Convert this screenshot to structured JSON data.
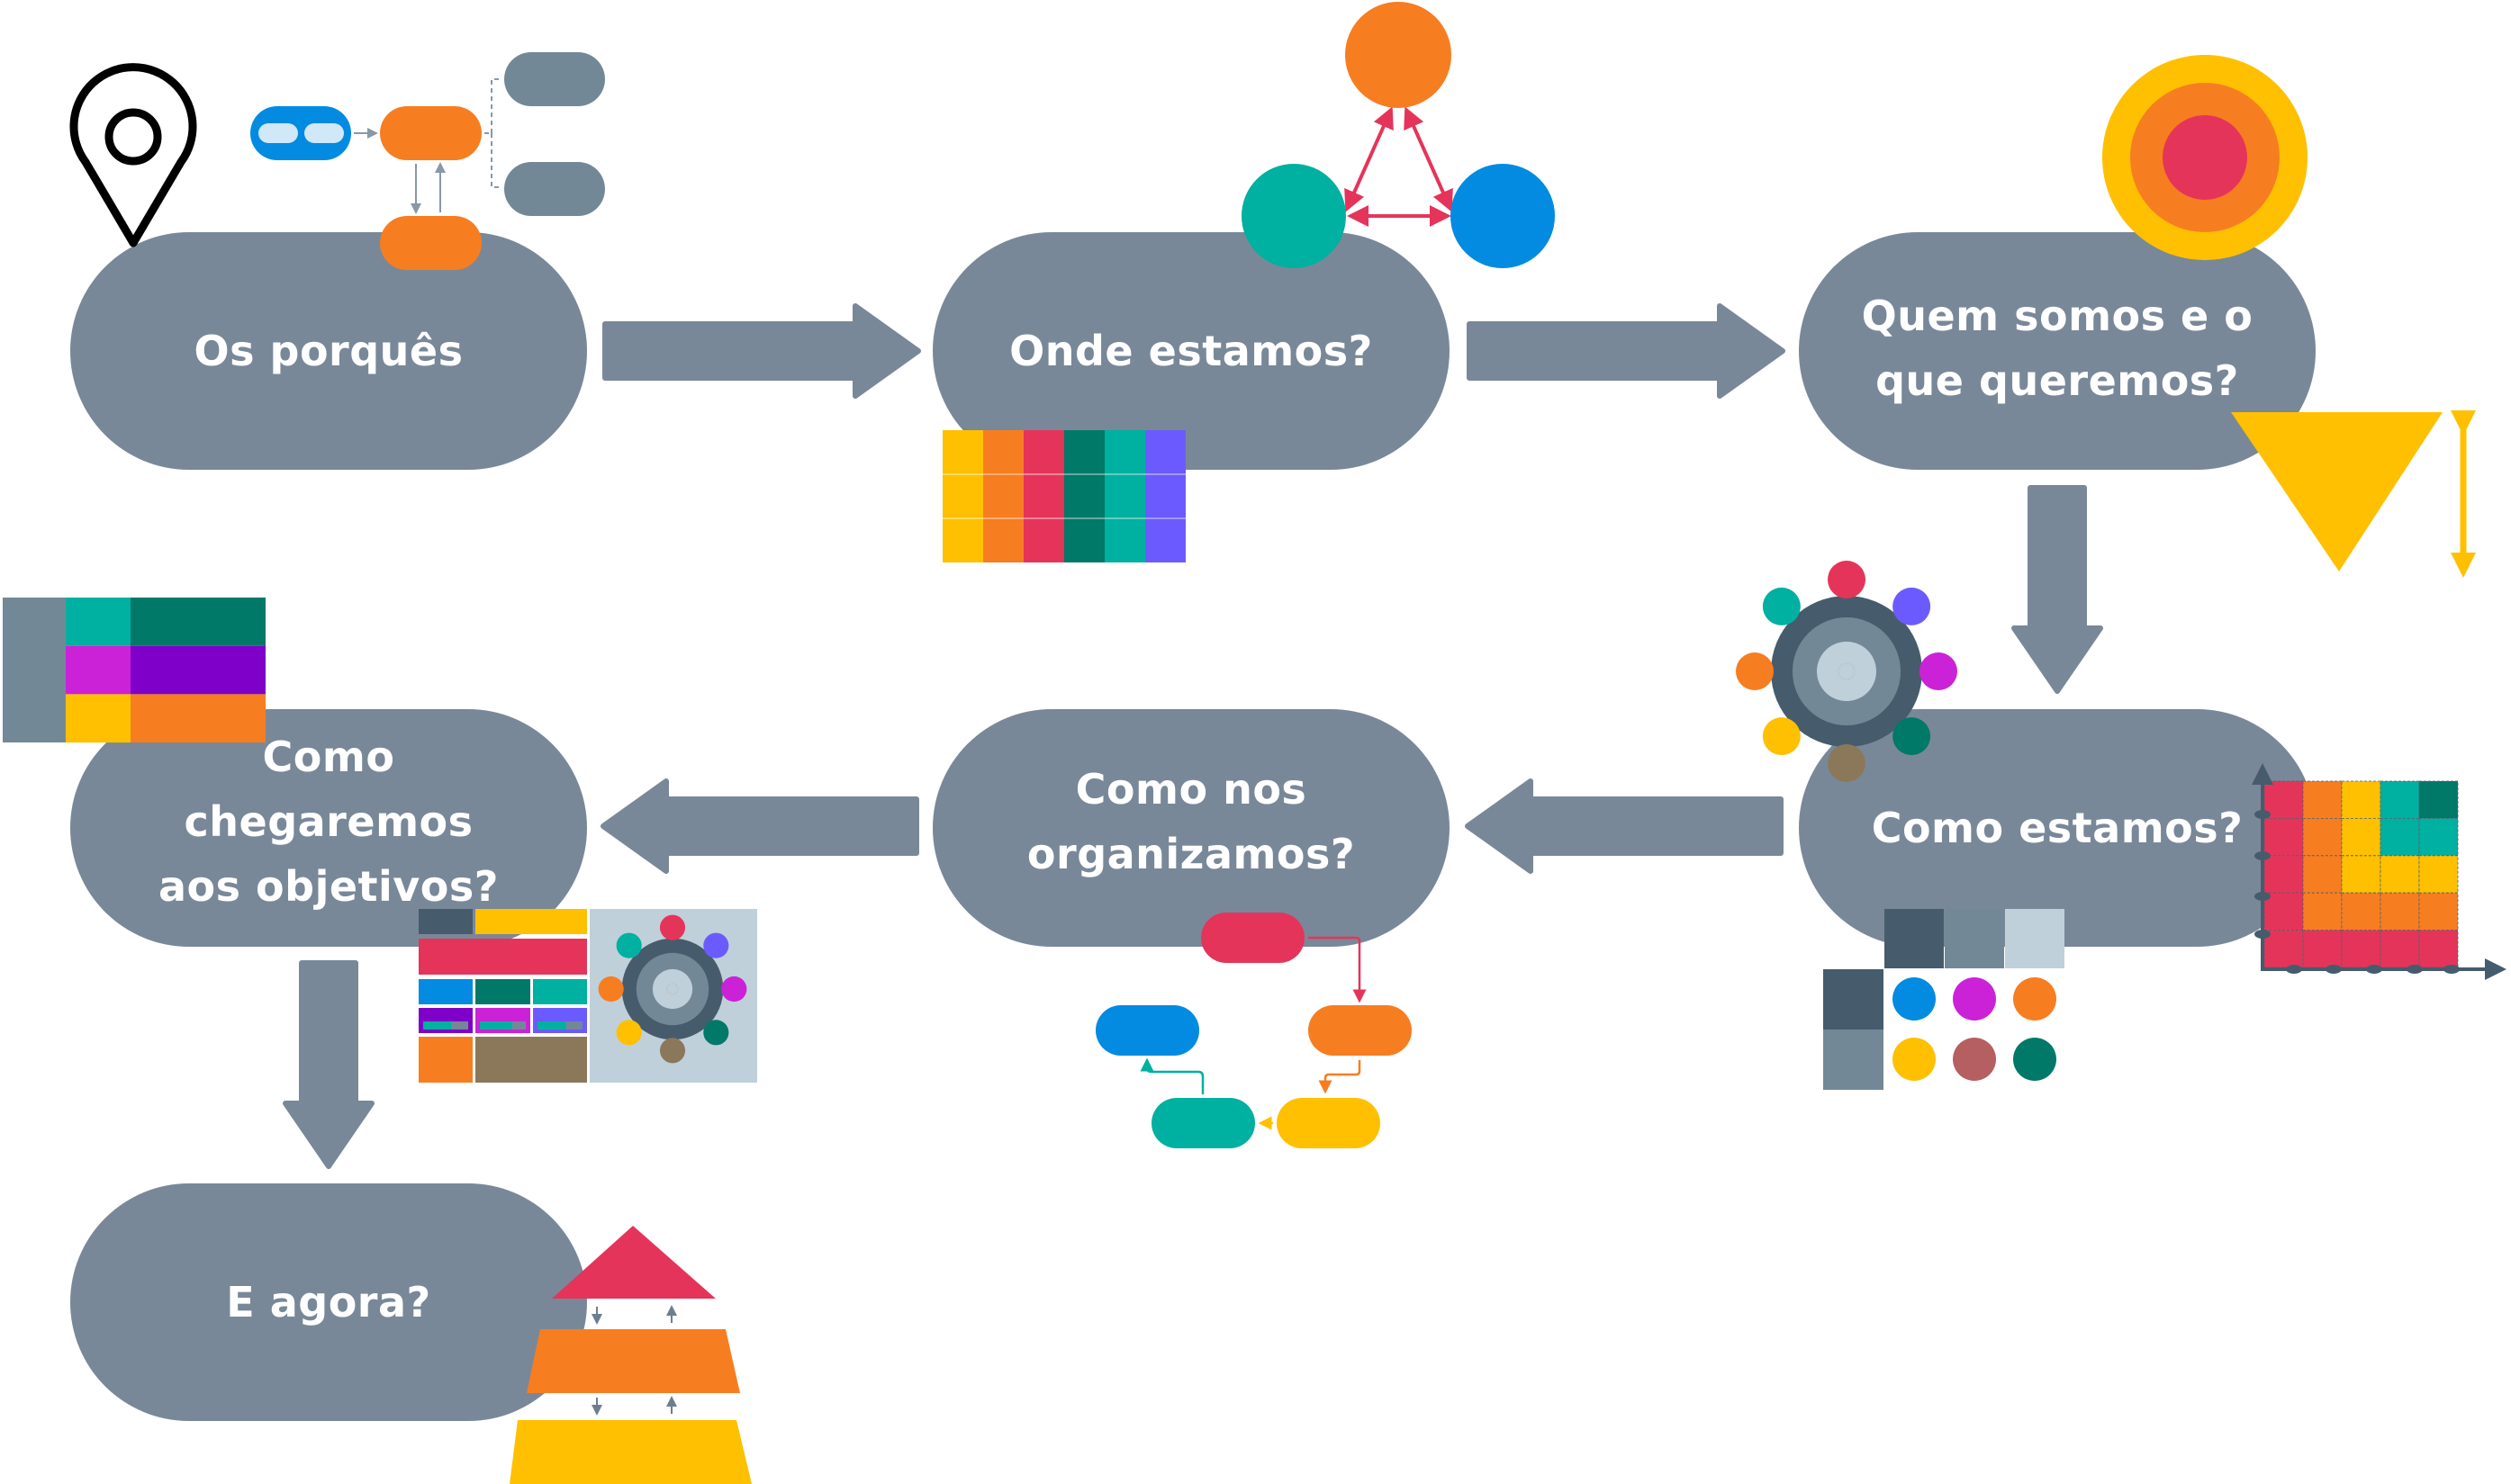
{
  "diagram": {
    "title": "Strategic planning flow",
    "steps": [
      {
        "id": "why",
        "label": "Os porquês",
        "icon": "map-pin-and-flowchart-icon"
      },
      {
        "id": "where",
        "label": "Onde estamos?",
        "icon": "triangle-network-and-color-table-icon"
      },
      {
        "id": "who",
        "label": "Quem somos e o que queremos?",
        "icon": "target-and-funnel-icon"
      },
      {
        "id": "how-are-we",
        "label": "Como estamos?",
        "icon": "gear-palette-heatmap-icon"
      },
      {
        "id": "organize",
        "label": "Como nos organizamos?",
        "icon": "cycle-flowchart-icon"
      },
      {
        "id": "reach",
        "label": "Como chegaremos aos objetivos?",
        "icon": "matrix-dashboard-icon"
      },
      {
        "id": "now",
        "label": "E agora?",
        "icon": "pyramid-icon"
      }
    ],
    "connections": [
      {
        "from": "why",
        "to": "where",
        "direction": "right"
      },
      {
        "from": "where",
        "to": "who",
        "direction": "right"
      },
      {
        "from": "who",
        "to": "how-are-we",
        "direction": "down"
      },
      {
        "from": "how-are-we",
        "to": "organize",
        "direction": "left"
      },
      {
        "from": "organize",
        "to": "reach",
        "direction": "left"
      },
      {
        "from": "reach",
        "to": "now",
        "direction": "down"
      }
    ]
  },
  "colors": {
    "pill": "#798898",
    "arrow": "#798898",
    "text": "#ffffff",
    "orange": "#F77D21",
    "red": "#E5345A",
    "yellow": "#FEC001",
    "teal": "#00B0A0",
    "dark_green": "#007968",
    "blue": "#028BE0",
    "violet": "#6B5BFE",
    "magenta": "#CB22D8",
    "purple": "#7E00C9",
    "brown": "#8B785B",
    "rose": "#B65F60",
    "slate_dark": "#465C6D",
    "slate": "#738897",
    "slate_light": "#C0D0DA",
    "light_blue": "#D1E8F8"
  },
  "illustrations": {
    "color_table_columns": [
      "#FEC001",
      "#F77D21",
      "#E5345A",
      "#007968",
      "#00B0A0",
      "#6B5BFE"
    ],
    "matrix_rows": [
      [
        "#00B0A0",
        "#007968",
        "#007968"
      ],
      [
        "#CB22D8",
        "#7E00C9",
        "#7E00C9"
      ],
      [
        "#FEC001",
        "#F77D21",
        "#F77D21"
      ]
    ],
    "heatmap_rows": [
      [
        "#E5345A",
        "#F77D21",
        "#FEC001",
        "#00B0A0",
        "#007968"
      ],
      [
        "#E5345A",
        "#F77D21",
        "#FEC001",
        "#00B0A0",
        "#00B0A0"
      ],
      [
        "#E5345A",
        "#F77D21",
        "#FEC001",
        "#FEC001",
        "#FEC001"
      ],
      [
        "#E5345A",
        "#F77D21",
        "#F77D21",
        "#F77D21",
        "#F77D21"
      ],
      [
        "#E5345A",
        "#E5345A",
        "#E5345A",
        "#E5345A",
        "#E5345A"
      ]
    ],
    "gear_satellites": [
      "#E5345A",
      "#6B5BFE",
      "#CB22D8",
      "#007968",
      "#8B785B",
      "#FEC001",
      "#F77D21",
      "#00B0A0"
    ],
    "palette_swatches": [
      "#465C6D",
      "#738897",
      "#C0D0DA"
    ],
    "palette_dots": [
      "#028BE0",
      "#CB22D8",
      "#F77D21",
      "#FEC001",
      "#B65F60",
      "#007968"
    ],
    "pyramid_levels": [
      "#E5345A",
      "#F77D21",
      "#FEC001"
    ],
    "target_rings": [
      "#FEC001",
      "#F77D21",
      "#E5345A"
    ],
    "cycle_nodes": [
      "#E5345A",
      "#F77D21",
      "#FEC001",
      "#00B0A0",
      "#028BE0"
    ]
  }
}
